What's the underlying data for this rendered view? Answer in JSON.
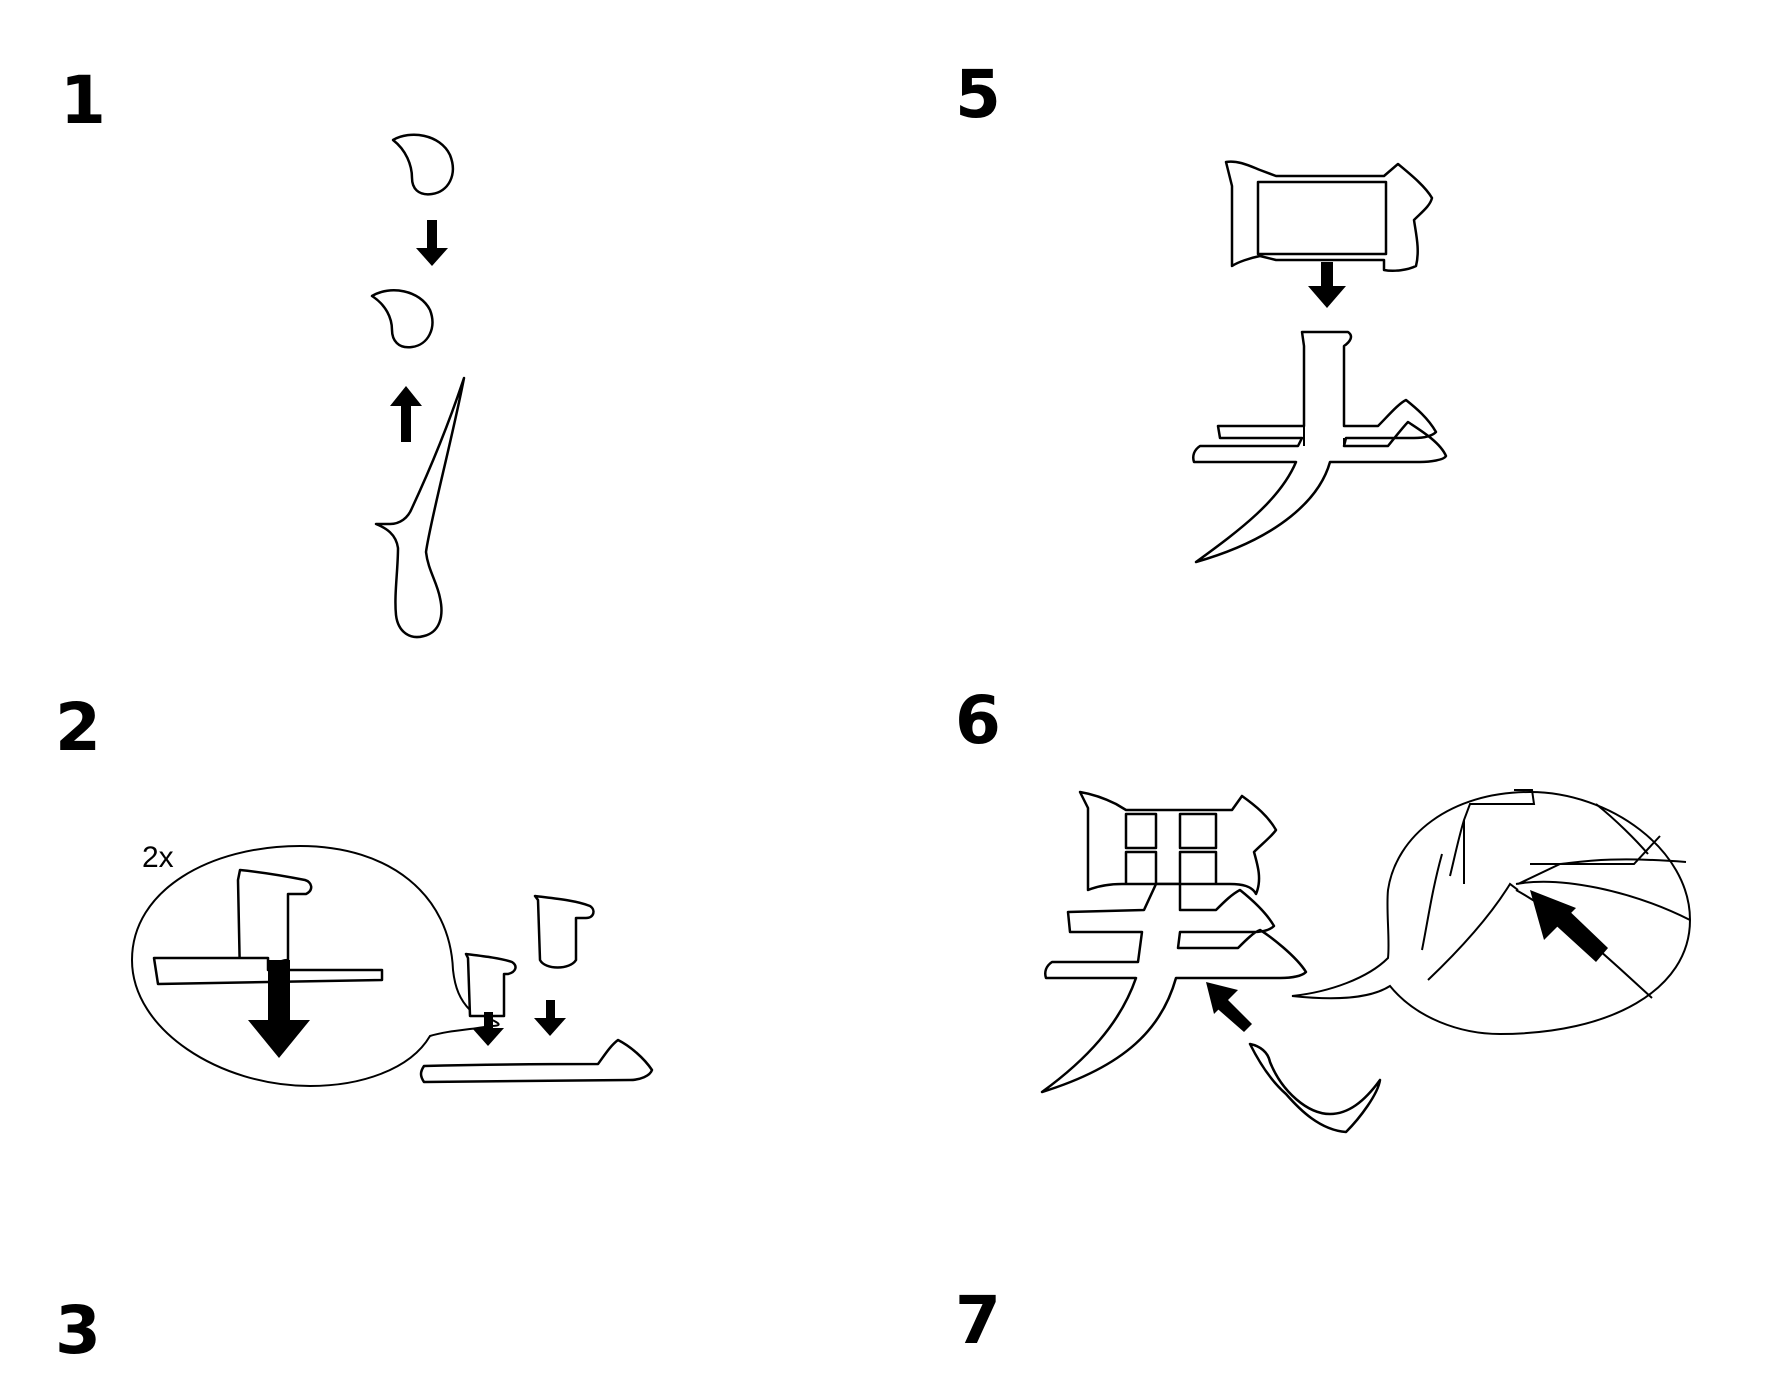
{
  "steps": [
    {
      "number": "1"
    },
    {
      "number": "2",
      "zoom_label": "2x"
    },
    {
      "number": "3"
    },
    {
      "number": "5"
    },
    {
      "number": "6"
    },
    {
      "number": "7"
    }
  ],
  "colors": {
    "stroke": "#000000",
    "fill": "#ffffff"
  }
}
